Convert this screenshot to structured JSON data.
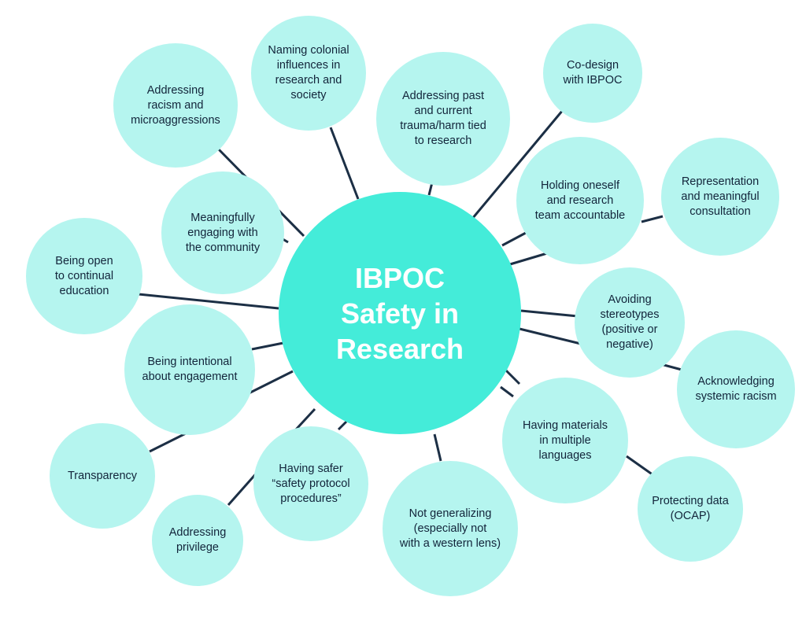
{
  "center": {
    "title": "IBPOC\nSafety in\nResearch"
  },
  "colors": {
    "hub": "#44ecd9",
    "node": "#b5f5ef",
    "line": "#1c2f45",
    "text": "#12243a",
    "hub_text": "#ffffff"
  },
  "nodes": [
    {
      "id": "racism",
      "label": "Addressing\nracism and\nmicroaggressions"
    },
    {
      "id": "colonial",
      "label": "Naming colonial\ninfluences in\nresearch and\nsociety"
    },
    {
      "id": "trauma",
      "label": "Addressing past\nand current\ntrauma/harm tied\nto research"
    },
    {
      "id": "codesign",
      "label": "Co-design\nwith IBPOC"
    },
    {
      "id": "accountable",
      "label": "Holding oneself\nand research\nteam accountable"
    },
    {
      "id": "representation",
      "label": "Representation\nand meaningful\nconsultation"
    },
    {
      "id": "community",
      "label": "Meaningfully\nengaging with\nthe community"
    },
    {
      "id": "education",
      "label": "Being open\nto continual\neducation"
    },
    {
      "id": "intentional",
      "label": "Being intentional\nabout engagement"
    },
    {
      "id": "stereotypes",
      "label": "Avoiding\nstereotypes\n(positive or\nnegative)"
    },
    {
      "id": "systemic",
      "label": "Acknowledging\nsystemic racism"
    },
    {
      "id": "transparency",
      "label": "Transparency"
    },
    {
      "id": "safer",
      "label": "Having safer\n“safety protocol\nprocedures”"
    },
    {
      "id": "privilege",
      "label": "Addressing\nprivilege"
    },
    {
      "id": "generalizing",
      "label": "Not generalizing\n(especially not\nwith a western lens)"
    },
    {
      "id": "languages",
      "label": "Having materials\nin multiple\nlanguages"
    },
    {
      "id": "data",
      "label": "Protecting data\n(OCAP)"
    }
  ]
}
